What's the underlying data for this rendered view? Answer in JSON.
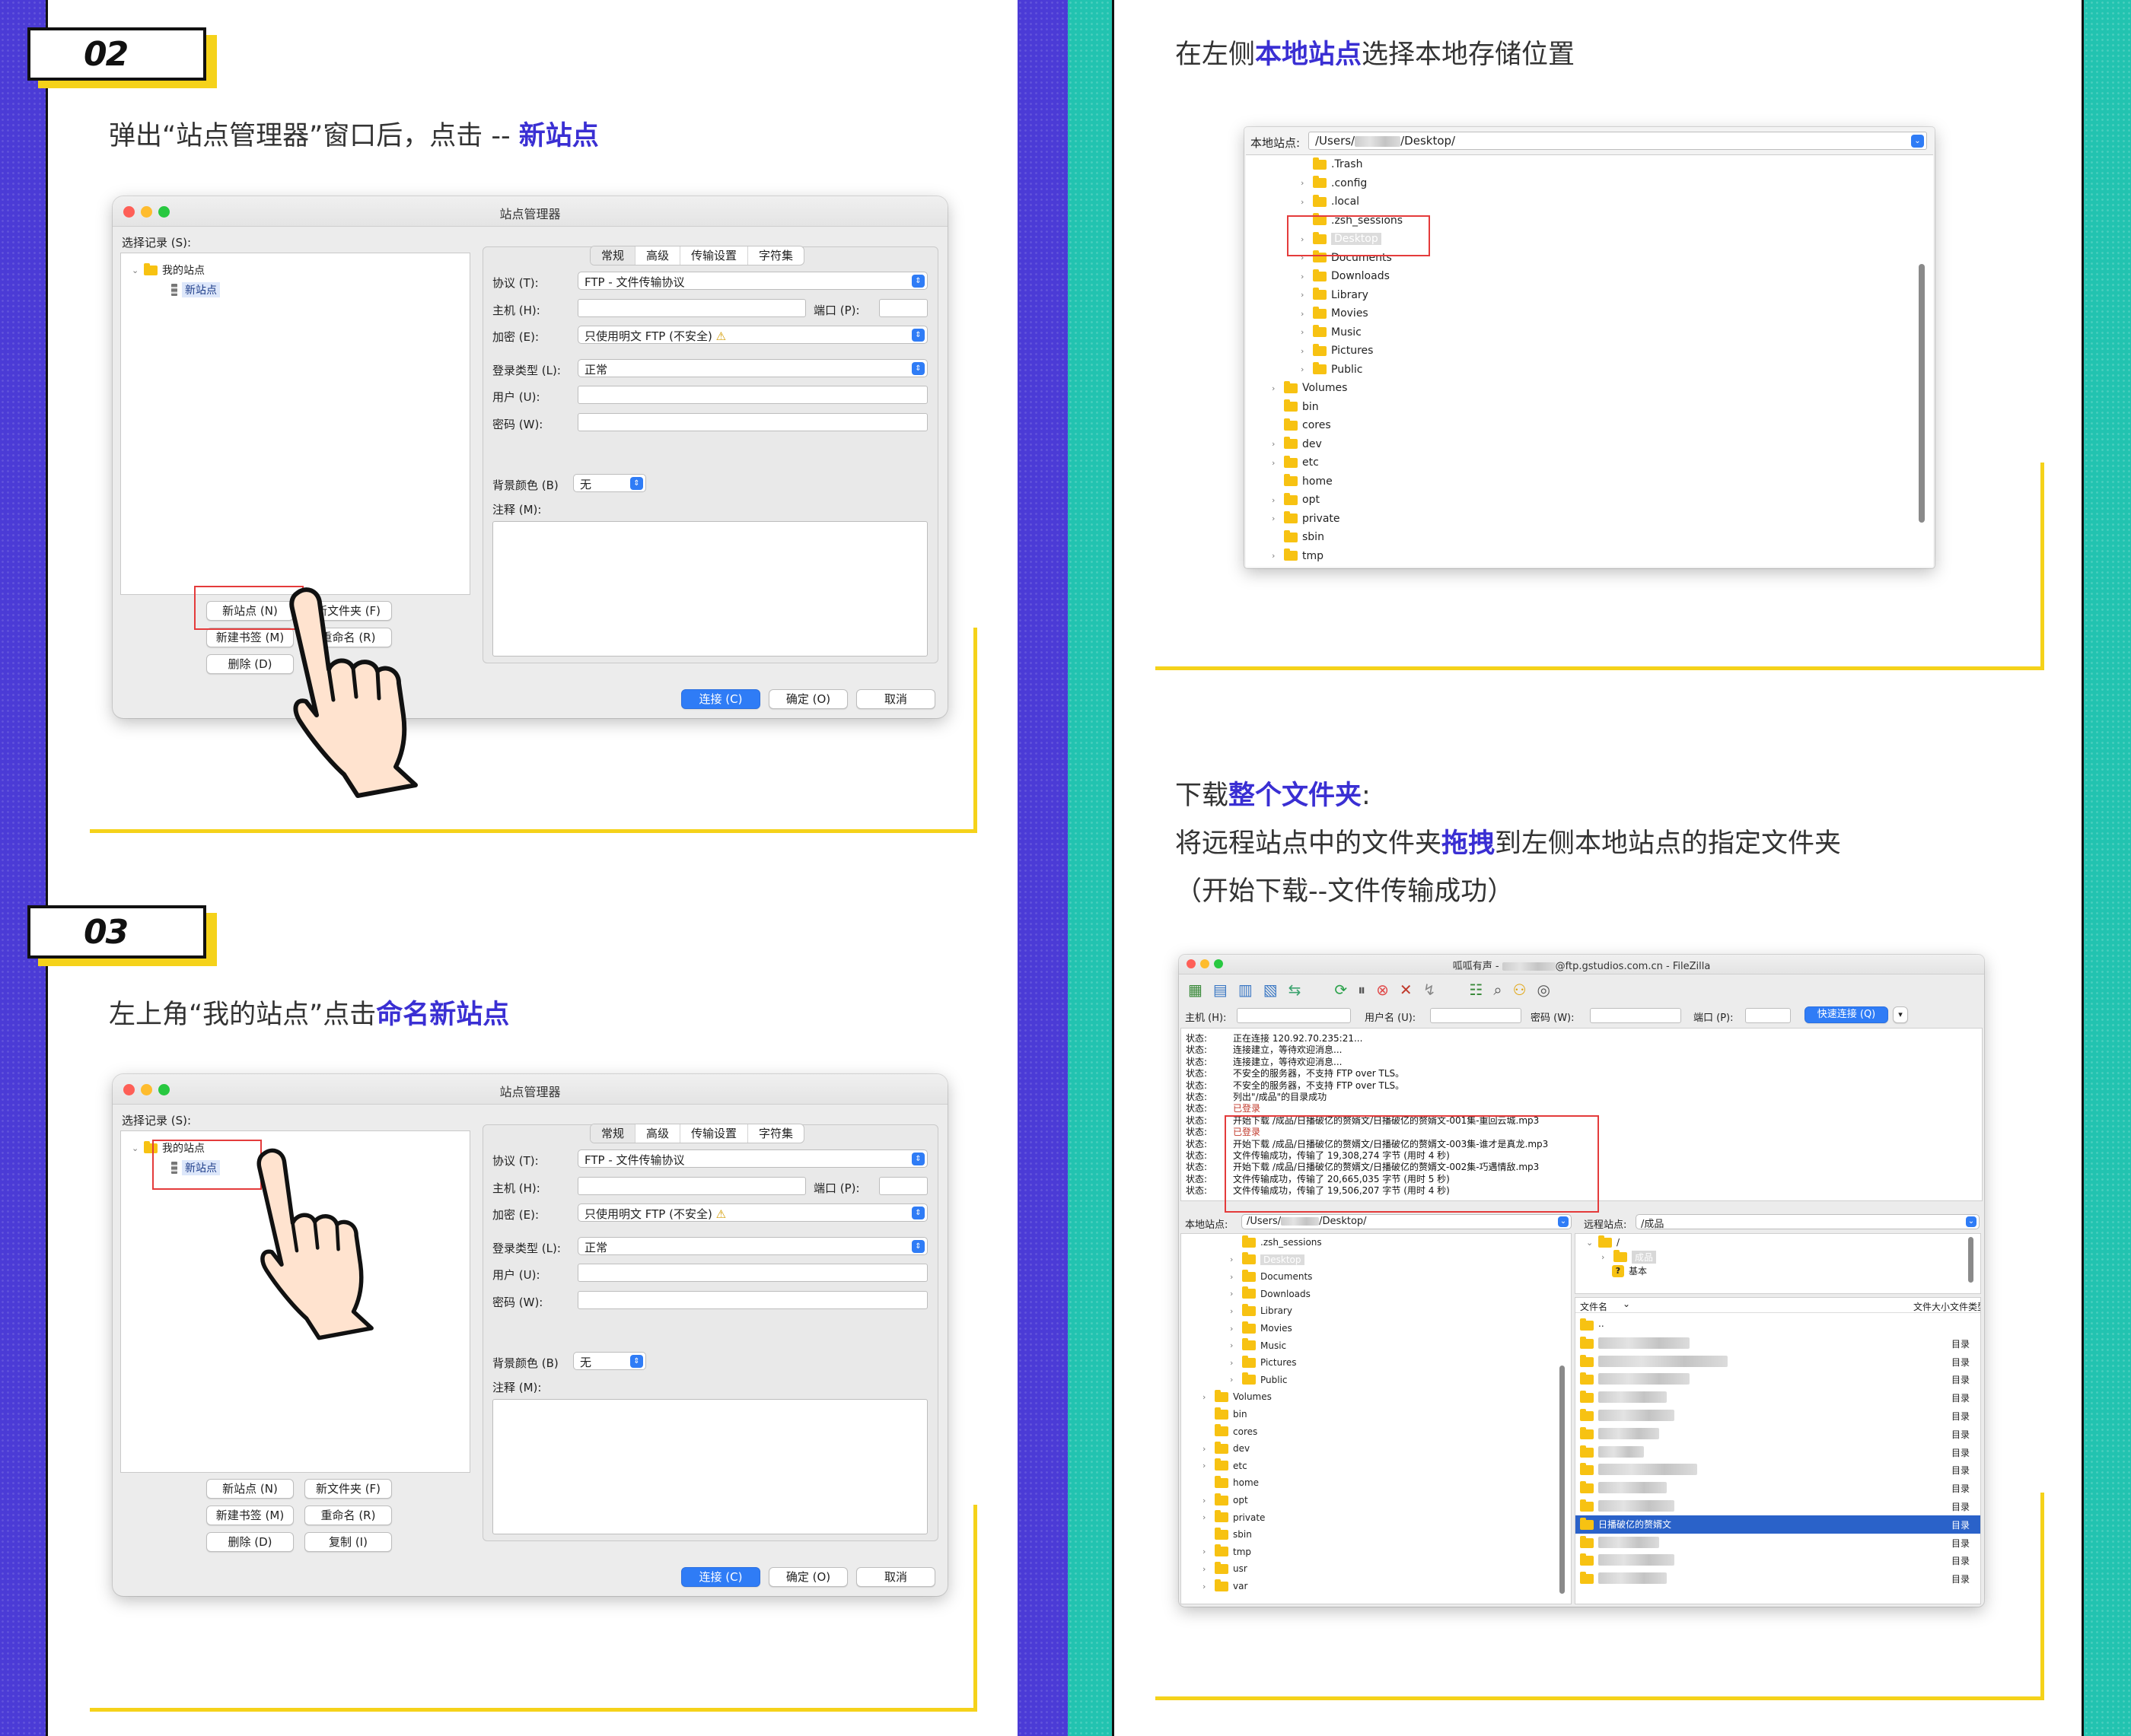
{
  "step02": {
    "badge": "02",
    "caption_pre": "弹出“站点管理器”窗口后，点击 -- ",
    "caption_hl": "新站点"
  },
  "step03": {
    "badge": "03",
    "caption_pre": "左上角“我的站点”点击",
    "caption_hl": "命名新站点"
  },
  "site_manager": {
    "title": "站点管理器",
    "select_entry_label": "选择记录 (S):",
    "tree_root": "我的站点",
    "tree_child": "新站点",
    "tabs": [
      "常规",
      "高级",
      "传输设置",
      "字符集"
    ],
    "protocol_label": "协议 (T):",
    "protocol_value": "FTP - 文件传输协议",
    "host_label": "主机 (H):",
    "port_label": "端口 (P):",
    "encryption_label": "加密 (E):",
    "encryption_value": "只使用明文 FTP (不安全)",
    "logon_type_label": "登录类型 (L):",
    "logon_type_value": "正常",
    "user_label": "用户 (U):",
    "password_label": "密码 (W):",
    "bg_color_label": "背景颜色 (B)",
    "bg_color_value": "无",
    "comments_label": "注释 (M):",
    "new_site_btn": "新站点 (N)",
    "new_folder_btn": "新文件夹 (F)",
    "new_bookmark_btn": "新建书签 (M)",
    "new_bookmark_btn_cut": "新建书签 (M)",
    "rename_btn": "重命名 (R)",
    "delete_btn": "删除 (D)",
    "duplicate_btn": "复制 (I)",
    "connect_btn": "连接 (C)",
    "ok_btn": "确定 (O)",
    "cancel_btn": "取消"
  },
  "local_site_step": {
    "caption_pre": "在左侧",
    "caption_hl": "本地站点",
    "caption_post": "选择本地存储位置",
    "local_site_label": "本地站点:",
    "path_prefix": "/Users/",
    "path_suffix": "/Desktop/",
    "tree": [
      {
        "name": ".Trash",
        "level": 2,
        "caret": false
      },
      {
        "name": ".config",
        "level": 2,
        "caret": true
      },
      {
        "name": ".local",
        "level": 2,
        "caret": true
      },
      {
        "name": ".zsh_sessions",
        "level": 2,
        "caret": false
      },
      {
        "name": "Desktop",
        "level": 2,
        "caret": true,
        "selected": true
      },
      {
        "name": "Documents",
        "level": 2,
        "caret": true
      },
      {
        "name": "Downloads",
        "level": 2,
        "caret": true
      },
      {
        "name": "Library",
        "level": 2,
        "caret": true
      },
      {
        "name": "Movies",
        "level": 2,
        "caret": true
      },
      {
        "name": "Music",
        "level": 2,
        "caret": true
      },
      {
        "name": "Pictures",
        "level": 2,
        "caret": true
      },
      {
        "name": "Public",
        "level": 2,
        "caret": true
      },
      {
        "name": "Volumes",
        "level": 1,
        "caret": true
      },
      {
        "name": "bin",
        "level": 1,
        "caret": false
      },
      {
        "name": "cores",
        "level": 1,
        "caret": false
      },
      {
        "name": "dev",
        "level": 1,
        "caret": true
      },
      {
        "name": "etc",
        "level": 1,
        "caret": true
      },
      {
        "name": "home",
        "level": 1,
        "caret": false
      },
      {
        "name": "opt",
        "level": 1,
        "caret": true
      },
      {
        "name": "private",
        "level": 1,
        "caret": true
      },
      {
        "name": "sbin",
        "level": 1,
        "caret": false
      },
      {
        "name": "tmp",
        "level": 1,
        "caret": true
      }
    ]
  },
  "download_step": {
    "line1_pre": "下载",
    "line1_hl": "整个文件夹",
    "line1_post": ":",
    "line2_pre": "将远程站点中的文件夹",
    "line2_hl": "拖拽",
    "line2_post": "到左侧本地站点的指定文件夹",
    "line3": "（开始下载--文件传输成功）"
  },
  "filezilla": {
    "title_pre": "呱呱有声 - ",
    "title_post": "@ftp.gstudios.com.cn - FileZilla",
    "host_label": "主机 (H):",
    "user_label": "用户名 (U):",
    "password_label": "密码 (W):",
    "port_label": "端口 (P):",
    "quickconnect_btn": "快速连接 (Q)",
    "log": [
      {
        "k": "状态:",
        "v": "正在连接 120.92.70.235:21..."
      },
      {
        "k": "状态:",
        "v": "连接建立，等待欢迎消息..."
      },
      {
        "k": "状态:",
        "v": "连接建立，等待欢迎消息..."
      },
      {
        "k": "状态:",
        "v": "不安全的服务器，不支持 FTP over TLS。"
      },
      {
        "k": "状态:",
        "v": "不安全的服务器，不支持 FTP over TLS。"
      },
      {
        "k": "状态:",
        "v": "列出\"/成品\"的目录成功"
      },
      {
        "k": "状态:",
        "v": "已登录"
      },
      {
        "k": "状态:",
        "v": "开始下载 /成品/日播破亿的赘婿文/日播破亿的赘婿文-001集-重回云城.mp3"
      },
      {
        "k": "状态:",
        "v": "已登录"
      },
      {
        "k": "状态:",
        "v": "开始下载 /成品/日播破亿的赘婿文/日播破亿的赘婿文-003集-谁才是真龙.mp3"
      },
      {
        "k": "状态:",
        "v": "文件传输成功，传输了 19,308,274 字节 (用时 4 秒)"
      },
      {
        "k": "状态:",
        "v": "开始下载 /成品/日播破亿的赘婿文/日播破亿的赘婿文-002集-巧遇情敌.mp3"
      },
      {
        "k": "状态:",
        "v": "文件传输成功，传输了 20,665,035 字节 (用时 5 秒)"
      },
      {
        "k": "状态:",
        "v": "文件传输成功，传输了 19,506,207 字节 (用时 4 秒)"
      }
    ],
    "local_label": "本地站点:",
    "local_path_prefix": "/Users/",
    "local_path_suffix": "/Desktop/",
    "remote_label": "远程站点:",
    "remote_path": "/成品",
    "local_tree": [
      {
        "name": ".zsh_sessions",
        "level": 2,
        "caret": false
      },
      {
        "name": "Desktop",
        "level": 2,
        "caret": true,
        "selected": true
      },
      {
        "name": "Documents",
        "level": 2,
        "caret": true
      },
      {
        "name": "Downloads",
        "level": 2,
        "caret": true
      },
      {
        "name": "Library",
        "level": 2,
        "caret": true
      },
      {
        "name": "Movies",
        "level": 2,
        "caret": true
      },
      {
        "name": "Music",
        "level": 2,
        "caret": true
      },
      {
        "name": "Pictures",
        "level": 2,
        "caret": true
      },
      {
        "name": "Public",
        "level": 2,
        "caret": true
      },
      {
        "name": "Volumes",
        "level": 1,
        "caret": true
      },
      {
        "name": "bin",
        "level": 1,
        "caret": false
      },
      {
        "name": "cores",
        "level": 1,
        "caret": false
      },
      {
        "name": "dev",
        "level": 1,
        "caret": true
      },
      {
        "name": "etc",
        "level": 1,
        "caret": true
      },
      {
        "name": "home",
        "level": 1,
        "caret": false
      },
      {
        "name": "opt",
        "level": 1,
        "caret": true
      },
      {
        "name": "private",
        "level": 1,
        "caret": true
      },
      {
        "name": "sbin",
        "level": 1,
        "caret": false
      },
      {
        "name": "tmp",
        "level": 1,
        "caret": true
      },
      {
        "name": "usr",
        "level": 1,
        "caret": true
      },
      {
        "name": "var",
        "level": 1,
        "caret": true
      }
    ],
    "remote_tree_root": "/",
    "remote_tree_child": "成品",
    "remote_tree_unknown": "基本",
    "col_filename": "文件名",
    "col_filesize": "文件大小",
    "col_filetype": "文件类型",
    "dir_type": "目录",
    "parent_row": "..",
    "selected_folder": "日播破亿的赘婿文"
  }
}
